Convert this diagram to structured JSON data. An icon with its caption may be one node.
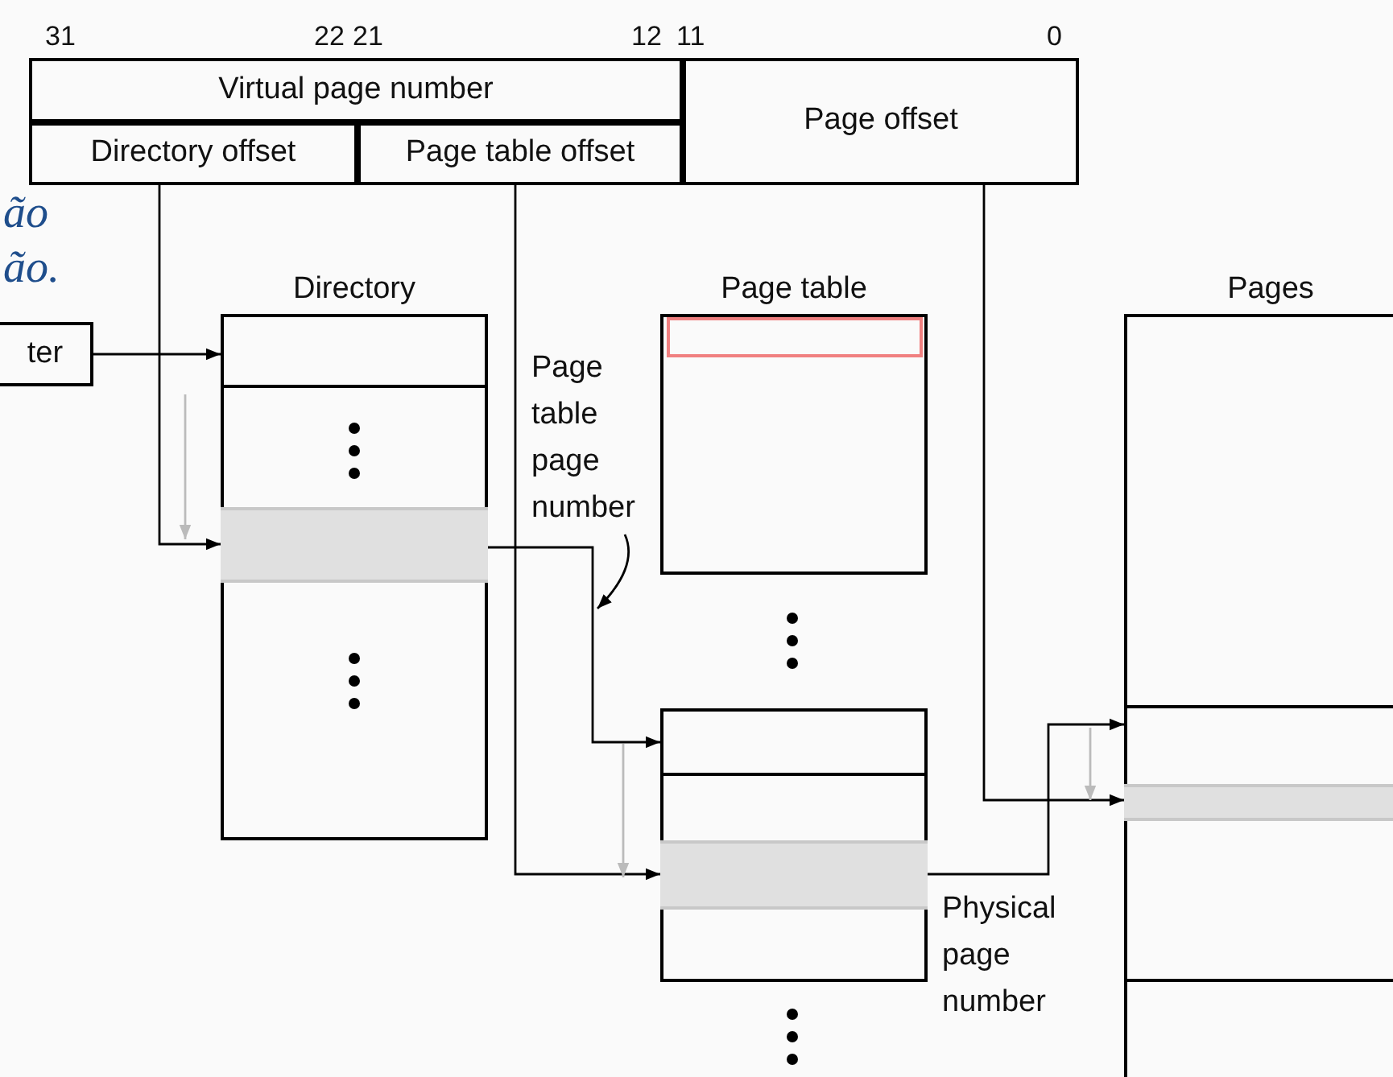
{
  "diagram": {
    "nodes": [
      {
        "text": [
          "Virtual page number"
        ]
      },
      {
        "text": [
          "Directory offset"
        ]
      },
      {
        "text": [
          "Page table offset"
        ]
      },
      {
        "text": [
          "Page offset"
        ]
      },
      {
        "text": [
          "ter"
        ]
      },
      {
        "text": [
          "Directory"
        ]
      },
      {
        "text": [],
        "shape": "box",
        "in": 5
      },
      {
        "text": [],
        "shape": "bar",
        "in": 5
      },
      {
        "text": [
          "Page table"
        ]
      },
      {
        "text": [],
        "shape": "box",
        "in": 8
      },
      {
        "text": [],
        "shape": "box"
      },
      {
        "text": [],
        "shape": "box",
        "in": 10
      },
      {
        "text": [],
        "shape": "bar",
        "in": 10
      },
      {
        "text": [
          "Pages"
        ]
      },
      {
        "text": [],
        "shape": "box",
        "in": 13
      },
      {
        "text": [],
        "shape": "bar",
        "in": 14
      },
      {
        "text": [
          "Page table page number"
        ]
      }
    ],
    "edges": [
      {
        "from": 4,
        "to": 6,
        "arrow": "to"
      },
      {
        "from": 1,
        "to": 7,
        "arrow": "to"
      },
      {
        "from": 7,
        "to": 11,
        "arrow": "to"
      },
      {
        "from": 2,
        "to": 12,
        "arrow": "to"
      },
      {
        "from": 12,
        "to": 14,
        "arrow": "to"
      },
      {
        "from": 3,
        "to": 15,
        "arrow": "to"
      },
      {
        "from": 16,
        "to": null,
        "arrow": "to"
      }
    ],
    "labels": [
      "31",
      "22",
      "21",
      "12",
      "11",
      "0",
      "ão",
      "ão.",
      "Physical page number"
    ]
  }
}
